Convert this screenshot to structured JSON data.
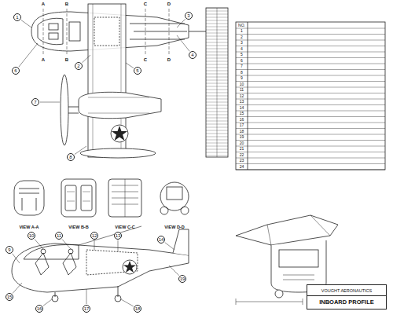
{
  "diagram": {
    "nodes": [
      {
        "text": [
          "VOUGHT AERONAUTICS",
          "INBOARD PROFILE"
        ]
      }
    ],
    "labels": [
      "NO.",
      "1",
      "2",
      "3",
      "4",
      "5",
      "6",
      "7",
      "8",
      "9",
      "10",
      "11",
      "12",
      "13",
      "14",
      "15",
      "16",
      "17",
      "18",
      "19",
      "20",
      "21",
      "22",
      "23",
      "24",
      "VIEW A-A",
      "VIEW B-B",
      "VIEW C-C",
      "VIEW D-D",
      "A",
      "A",
      "B",
      "B",
      "C",
      "C",
      "D",
      "D",
      "1",
      "2",
      "3",
      "4",
      "5",
      "6",
      "7",
      "8",
      "9",
      "10",
      "11",
      "12",
      "13",
      "14",
      "15",
      "16",
      "17",
      "18",
      "19"
    ]
  }
}
